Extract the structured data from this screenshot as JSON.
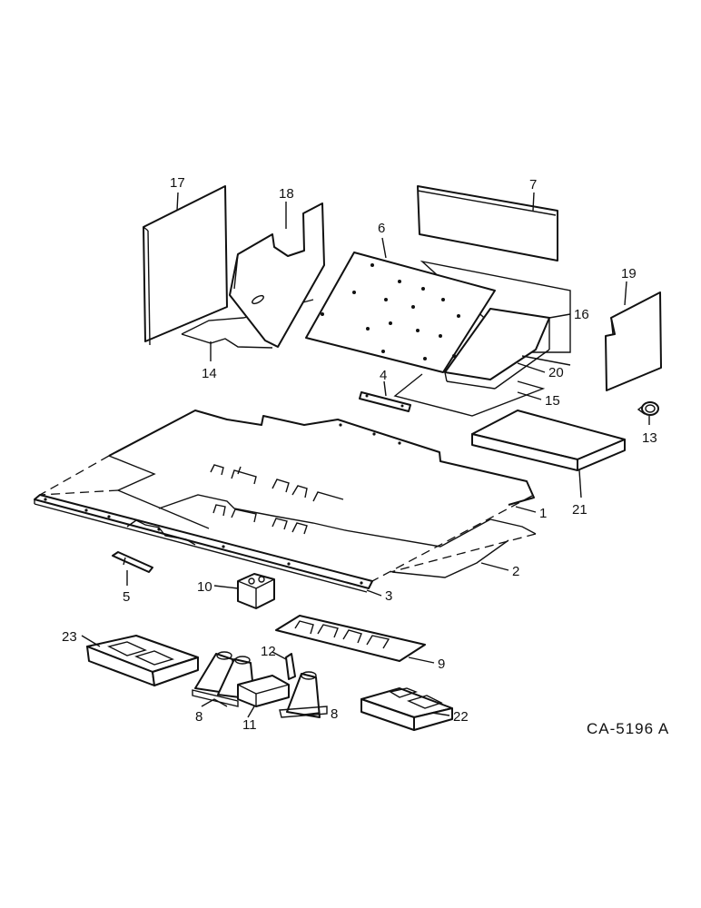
{
  "callouts": {
    "c1": "1",
    "c2": "2",
    "c3": "3",
    "c4": "4",
    "c5": "5",
    "c6": "6",
    "c7": "7",
    "c8a": "8",
    "c8b": "8",
    "c9": "9",
    "c10": "10",
    "c11": "11",
    "c12": "12",
    "c13": "13",
    "c14": "14",
    "c15": "15",
    "c16": "16",
    "c17": "17",
    "c18": "18",
    "c19": "19",
    "c20": "20",
    "c21": "21",
    "c22": "22",
    "c23": "23"
  },
  "figure_code": "CA-5196 A"
}
